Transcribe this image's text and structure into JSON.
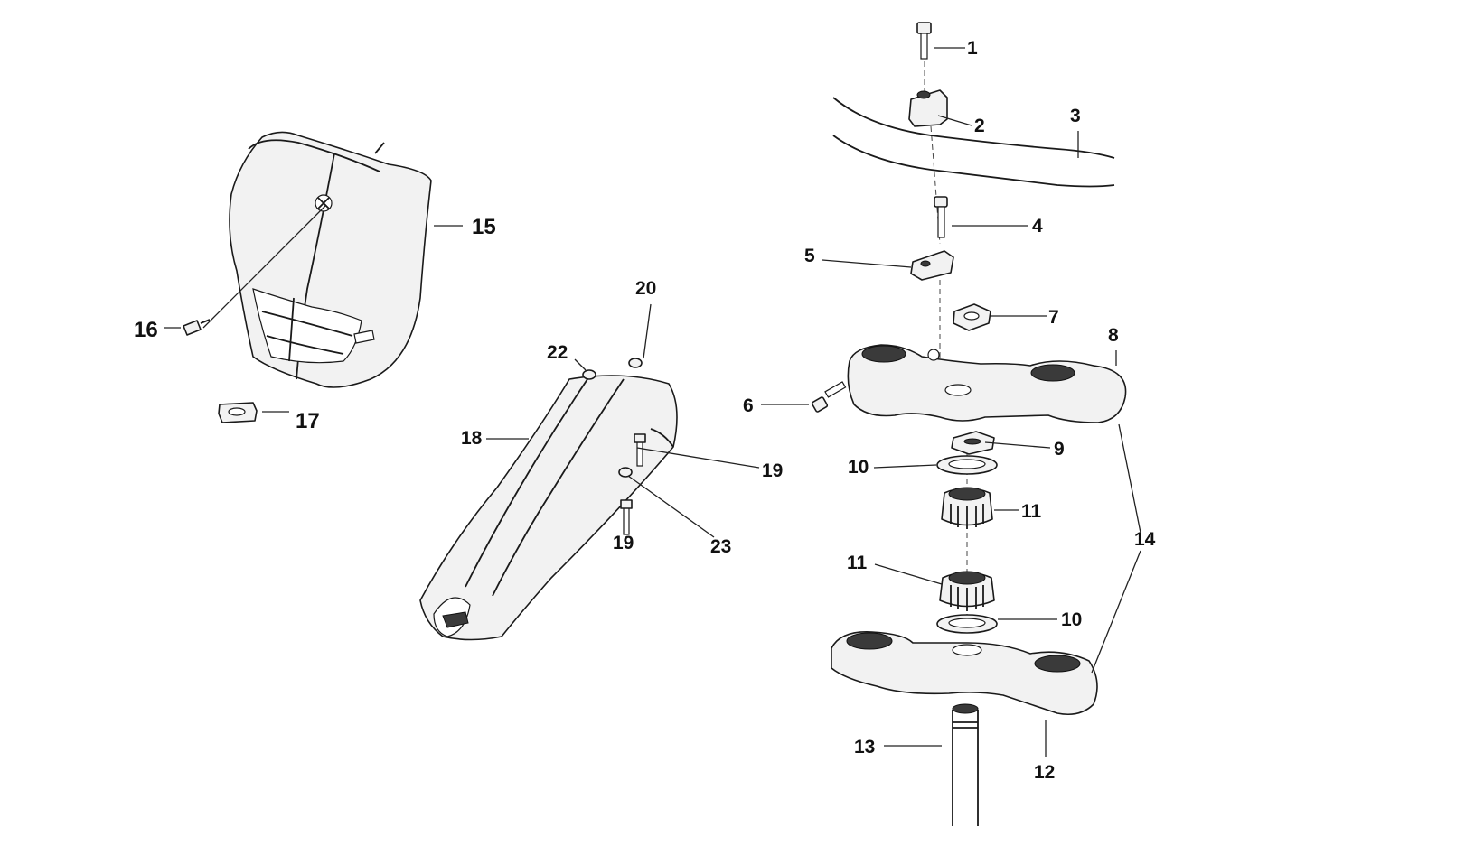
{
  "callouts": {
    "c1": "1",
    "c2": "2",
    "c3": "3",
    "c4": "4",
    "c5": "5",
    "c6": "6",
    "c7": "7",
    "c8": "8",
    "c9": "9",
    "c10a": "10",
    "c10b": "10",
    "c11a": "11",
    "c11b": "11",
    "c12": "12",
    "c13": "13",
    "c14a": "14",
    "c14b": "14",
    "c15": "15",
    "c16": "16",
    "c17": "17",
    "c18": "18",
    "c19a": "19",
    "c19b": "19",
    "c20": "20",
    "c22": "22",
    "c23": "23"
  }
}
